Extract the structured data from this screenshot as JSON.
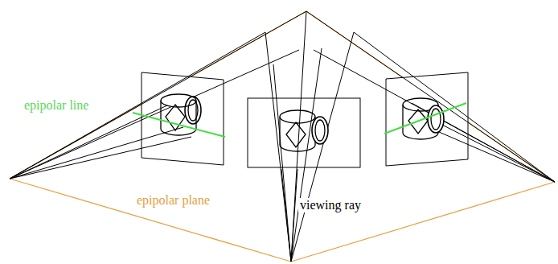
{
  "diagram": {
    "labels": [
      "epipolar line",
      "epipolar plane",
      "viewing ray"
    ]
  }
}
